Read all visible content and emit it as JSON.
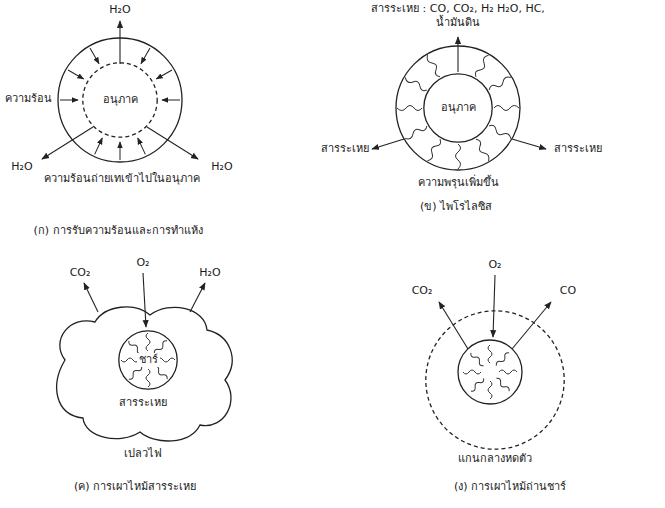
{
  "diagram": {
    "nodes": [
      {
        "text": [
          "อนุภาค"
        ]
      },
      {
        "text": [
          "อนุภาค"
        ]
      },
      {
        "text": [
          "สารระเหย",
          "เปลวไฟ"
        ]
      },
      {
        "text": [
          "ชาร์"
        ],
        "in": 2
      },
      {
        "text": [
          "แกนกลางหดตัว"
        ]
      }
    ],
    "labels": [
      "H₂O",
      "ความร้อน",
      "H₂O",
      "H₂O",
      "ความร้อนถ่ายเทเข้าไปในอนุภาค",
      "(ก) การรับความร้อนและการทำแห้ง",
      "สารระเหย : CO, CO₂, H₂ H₂O, HC, น้ำมันดิน",
      "สารระเหย",
      "สารระเหย",
      "ความพรุนเพิ่มขึ้น",
      "(ข) ไพโรไลซิส",
      "CO₂",
      "O₂",
      "H₂O",
      "(ค) การเผาไหม้สารระเหย",
      "CO₂",
      "O₂",
      "CO",
      "(ง) การเผาไหม้ถ่านชาร์"
    ]
  }
}
